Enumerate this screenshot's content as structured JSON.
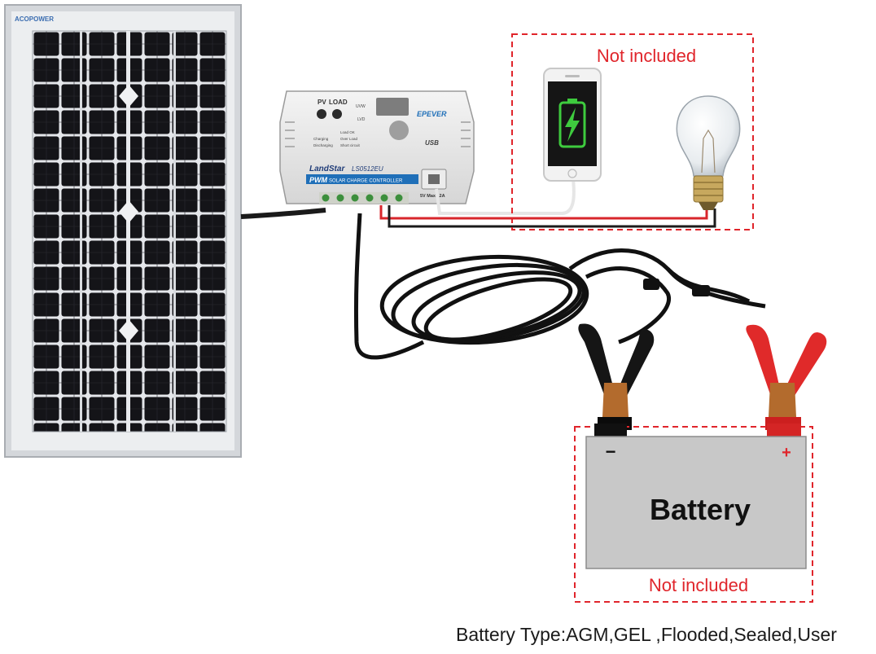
{
  "panel": {
    "brand": "ACOPOWER"
  },
  "controller": {
    "brand": "EPEVER",
    "series": "LandStar",
    "model": "LS0512EU",
    "type_band": "PWM",
    "type_text": "SOLAR CHARGE CONTROLLER",
    "pv_label": "PV",
    "load_label": "LOAD",
    "usb_label": "USB",
    "usb_rating": "5V  Max1.2A",
    "uvw_label": "UVW",
    "lvd_label": "LVD",
    "charging_label": "Charging",
    "discharging_label": "Discharging",
    "load_ok_label": "Load OK",
    "overload_label": "Over Load",
    "shortcircuit_label": "Short circuit"
  },
  "devices_box": {
    "label": "Not included"
  },
  "battery": {
    "label": "Battery",
    "minus": "−",
    "plus": "+",
    "note": "Not included"
  },
  "caption": "Battery Type:AGM,GEL ,Flooded,Sealed,User",
  "colors": {
    "dashed_red": "#e0252b",
    "clamp_red": "#e02a2a",
    "panel_cell": "#141418",
    "panel_frame": "#c9ccd0",
    "battery_body": "#c8c8c8",
    "controller_band": "#1f6fb8"
  }
}
